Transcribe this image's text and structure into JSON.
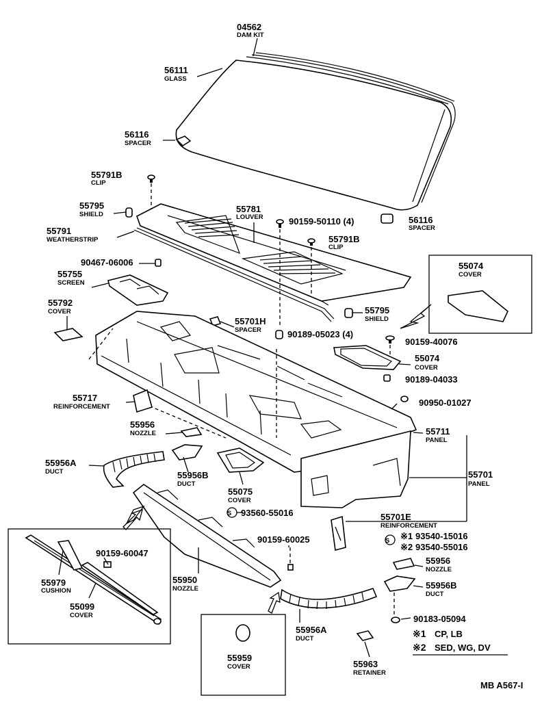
{
  "diagram": {
    "callouts": [
      {
        "id": "c1",
        "number": "04562",
        "name": "DAM KIT"
      },
      {
        "id": "c2",
        "number": "56111",
        "name": "GLASS"
      },
      {
        "id": "c3",
        "number": "56116",
        "name": "SPACER"
      },
      {
        "id": "c4",
        "number": "55791B",
        "name": "CLIP"
      },
      {
        "id": "c5",
        "number": "55795",
        "name": "SHIELD"
      },
      {
        "id": "c6",
        "number": "55781",
        "name": "LOUVER"
      },
      {
        "id": "c7",
        "number": "90159-50110 (4)",
        "name": ""
      },
      {
        "id": "c8",
        "number": "56116",
        "name": "SPACER"
      },
      {
        "id": "c9",
        "number": "55791",
        "name": "WEATHERSTRIP"
      },
      {
        "id": "c10",
        "number": "55791B",
        "name": "CLIP"
      },
      {
        "id": "c11",
        "number": "90467-06006",
        "name": ""
      },
      {
        "id": "c12",
        "number": "55755",
        "name": "SCREEN"
      },
      {
        "id": "c13",
        "number": "55074",
        "name": "COVER"
      },
      {
        "id": "c14",
        "number": "55792",
        "name": "COVER"
      },
      {
        "id": "c15",
        "number": "55795",
        "name": "SHIELD"
      },
      {
        "id": "c16",
        "number": "55701H",
        "name": "SPACER"
      },
      {
        "id": "c17",
        "number": "90189-05023 (4)",
        "name": ""
      },
      {
        "id": "c18",
        "number": "90159-40076",
        "name": ""
      },
      {
        "id": "c19",
        "number": "55074",
        "name": "COVER"
      },
      {
        "id": "c20",
        "number": "90189-04033",
        "name": ""
      },
      {
        "id": "c21",
        "number": "55717",
        "name": "REINFORCEMENT"
      },
      {
        "id": "c22",
        "number": "90950-01027",
        "name": ""
      },
      {
        "id": "c23",
        "number": "55956",
        "name": "NOZZLE"
      },
      {
        "id": "c24",
        "number": "55711",
        "name": "PANEL"
      },
      {
        "id": "c25",
        "number": "55956A",
        "name": "DUCT"
      },
      {
        "id": "c26",
        "number": "55956B",
        "name": "DUCT"
      },
      {
        "id": "c27",
        "number": "55701",
        "name": "PANEL"
      },
      {
        "id": "c28",
        "number": "55075",
        "name": "COVER"
      },
      {
        "id": "c29",
        "number": "93560-55016",
        "name": ""
      },
      {
        "id": "c30",
        "number": "55701E",
        "name": "REINFORCEMENT"
      },
      {
        "id": "c31",
        "number": "90159-60047",
        "name": ""
      },
      {
        "id": "c32",
        "number": "90159-60025",
        "name": ""
      },
      {
        "id": "c33",
        "number": "93540-15016",
        "name": ""
      },
      {
        "id": "c34",
        "number": "93540-55016",
        "name": ""
      },
      {
        "id": "c35",
        "number": "55979",
        "name": "CUSHION"
      },
      {
        "id": "c36",
        "number": "55956",
        "name": "NOZZLE"
      },
      {
        "id": "c37",
        "number": "55950",
        "name": "NOZZLE"
      },
      {
        "id": "c38",
        "number": "55956B",
        "name": "DUCT"
      },
      {
        "id": "c39",
        "number": "55099",
        "name": "COVER"
      },
      {
        "id": "c40",
        "number": "90183-05094",
        "name": ""
      },
      {
        "id": "c41",
        "number": "55956A",
        "name": "DUCT"
      },
      {
        "id": "c42",
        "number": "55959",
        "name": "COVER"
      },
      {
        "id": "c43",
        "number": "55963",
        "name": "RETAINER"
      }
    ],
    "marks": {
      "circled_s": "S",
      "note1_mark": "※1",
      "note2_mark": "※2"
    },
    "legend": {
      "note1_text": "CP, LB",
      "note2_text": "SED, WG, DV"
    },
    "footer": {
      "ref": "MB A567-I"
    }
  }
}
